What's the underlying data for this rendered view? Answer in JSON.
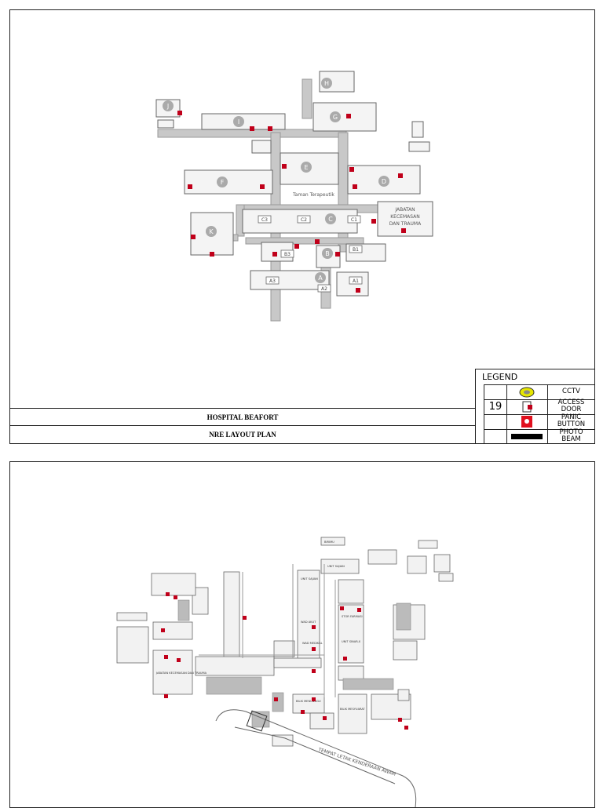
{
  "page1": {
    "title": "HOSPITAL BEAFORT",
    "subtitle": "NRE LAYOUT PLAN",
    "block_labels": [
      "H",
      "J",
      "I",
      "G",
      "E",
      "F",
      "D",
      "C",
      "K",
      "B",
      "A"
    ],
    "wing_labels": [
      "C3",
      "C2",
      "C1",
      "B3",
      "B1",
      "A3",
      "A2",
      "A1"
    ],
    "courtyard_label": "Taman Terapeutik",
    "emergency_label": [
      "JABATAN",
      "KECEMASAN",
      "DAN TRAUMA"
    ],
    "legend": {
      "title": "LEGEND",
      "count_label": "19",
      "items": [
        {
          "label_lines": [
            "CCTV"
          ],
          "icon": "cctv-icon",
          "color": "#e6e600"
        },
        {
          "label_lines": [
            "ACCESS",
            "DOOR"
          ],
          "icon": "access-door-icon",
          "color": "#c0001a"
        },
        {
          "label_lines": [
            "PANIC",
            "BUTTON"
          ],
          "icon": "panic-button-icon",
          "color": "#e0101e"
        },
        {
          "label_lines": [
            "PHOTO",
            "BEAM"
          ],
          "icon": "photo-beam-icon",
          "color": "#000000"
        }
      ]
    }
  },
  "page2": {
    "road_label": "TEMPAT LETAK KENDERAAN AWAM",
    "building_labels": [
      "BIRIMU",
      "UNIT SAJIAN",
      "UNIT SAJIAN",
      "WAD AKUT",
      "STOR FARMASI",
      "UNIT SINAR-X",
      "JABATAN KECEMASAN DAN TRAUMA",
      "BILIK MENUNGGU",
      "BILIK MESYUARAT",
      "WAD MEDIKAL"
    ]
  }
}
